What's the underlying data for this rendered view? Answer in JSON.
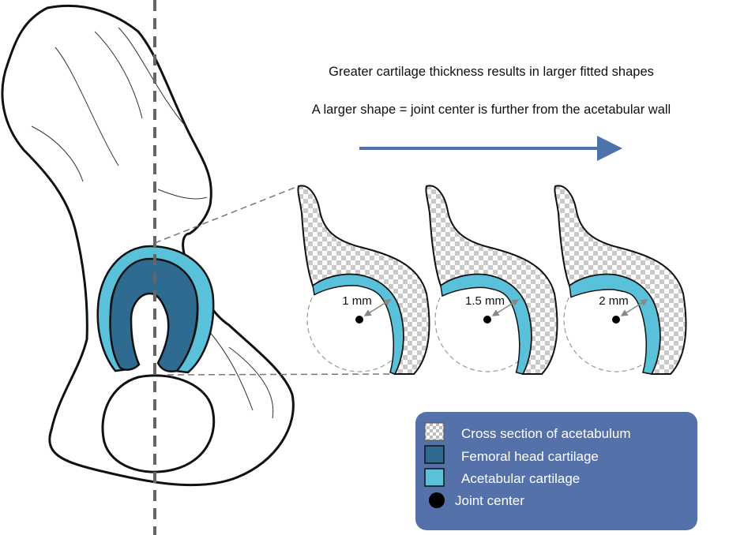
{
  "headline": {
    "line1": "Greater cartilage thickness results in larger fitted shapes",
    "line2": "A larger shape = joint center is further from the acetabular wall"
  },
  "panels": [
    {
      "label": "1 mm",
      "thickness_mm": 1.0
    },
    {
      "label": "1.5 mm",
      "thickness_mm": 1.5
    },
    {
      "label": "2 mm",
      "thickness_mm": 2.0
    }
  ],
  "legend": {
    "items": [
      {
        "label": "Cross section of acetabulum",
        "swatch": "checker"
      },
      {
        "label": "Femoral head cartilage",
        "swatch": "#2f6a90"
      },
      {
        "label": "Acetabular cartilage",
        "swatch": "#59c1da"
      },
      {
        "label": "Joint center",
        "swatch": "dot"
      }
    ]
  },
  "colors": {
    "arrow": "#4e72ad",
    "legend_bg": "#5471a9",
    "femoral_cartilage": "#2f6a90",
    "acetabular_cartilage": "#59c1da",
    "bone_outline": "#111111",
    "midline": "#666666"
  }
}
